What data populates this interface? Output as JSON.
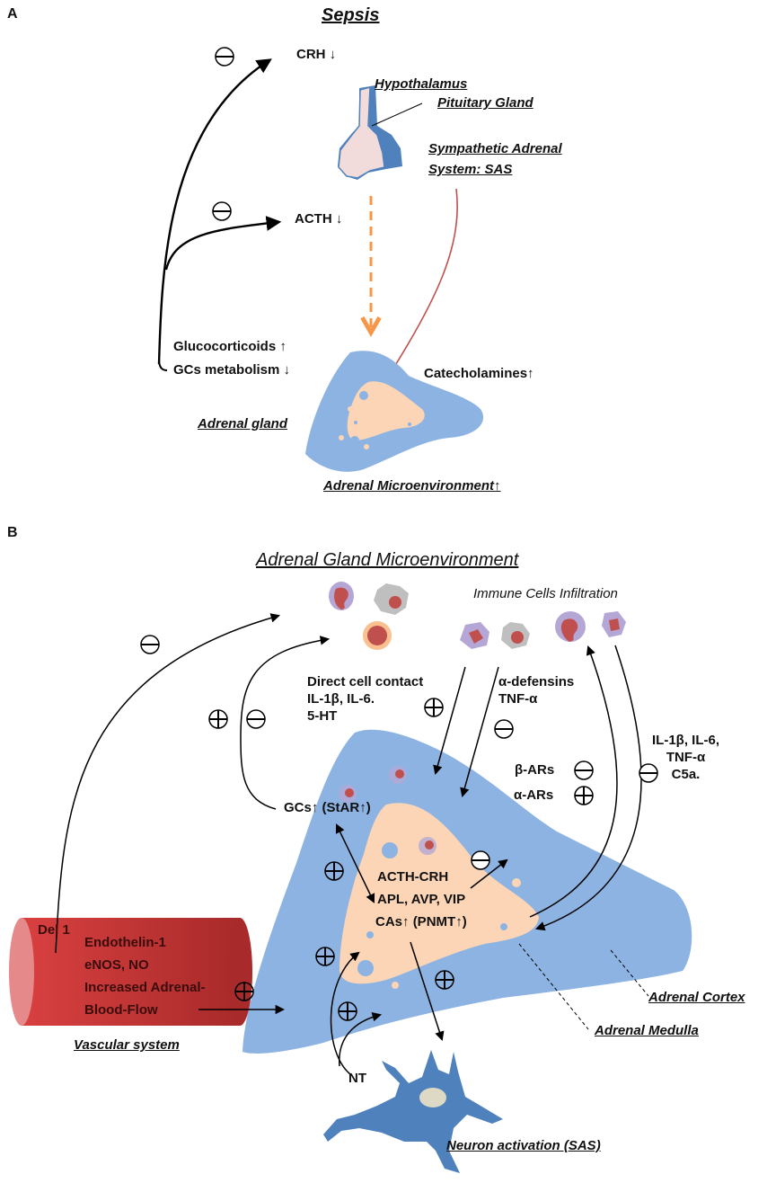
{
  "panelA": {
    "panel_label": "A",
    "title": "Sepsis",
    "crh": "CRH",
    "acth": "ACTH",
    "hypothalamus": "Hypothalamus",
    "pituitary": "Pituitary Gland",
    "sas_line1": "Sympathetic  Adrenal",
    "sas_line2": "System: SAS",
    "glucocorticoids": "Glucocorticoids",
    "gcs_metabolism": "GCs metabolism",
    "catecholamines": "Catecholamines",
    "adrenal_gland": "Adrenal gland",
    "adrenal_micro": "Adrenal Microenvironment",
    "inhibit_sign": "minus"
  },
  "panelB": {
    "panel_label": "B",
    "title": "Adrenal Gland Microenvironment",
    "immune_infiltration": "Immune Cells Infiltration",
    "direct_contact": [
      "Direct cell contact",
      "IL-1β, IL-6.",
      "5-HT"
    ],
    "defensins": [
      "α-defensins",
      "TNF-α"
    ],
    "beta_ars": "β-ARs",
    "alpha_ars": "α-ARs",
    "cytokines_right": [
      "IL-1β, IL-6,",
      "TNF-α",
      "C5a."
    ],
    "gcs": "GCs",
    "star": "(StAR",
    "acth_crh": "ACTH-CRH",
    "apl": "APL, AVP, VIP",
    "cas": "CAs",
    "pnmt": "(PNMT",
    "del1": "Del 1",
    "vascular_lines": [
      "Endothelin-1",
      "eNOS, NO",
      "Increased Adrenal-",
      "Blood-Flow"
    ],
    "vascular_system": "Vascular system",
    "adrenal_cortex": "Adrenal Cortex",
    "adrenal_medulla": "Adrenal Medulla",
    "nt": "NT",
    "neuron": "Neuron activation (SAS)",
    "close_paren": ")"
  },
  "colors": {
    "cortex_blue": "#8db3e2",
    "medulla_peach": "#fbd5b5",
    "pituitary_pink": "#f2dcdb",
    "pituitary_blue": "#4f81bd",
    "neuron_blue": "#4f81bd",
    "vessel_red": "#c0392b",
    "orange_dash": "#f79646",
    "sas_line": "#c0504d",
    "cell_purple": "#b4a7d6",
    "cell_nucleus": "#c0504d"
  }
}
